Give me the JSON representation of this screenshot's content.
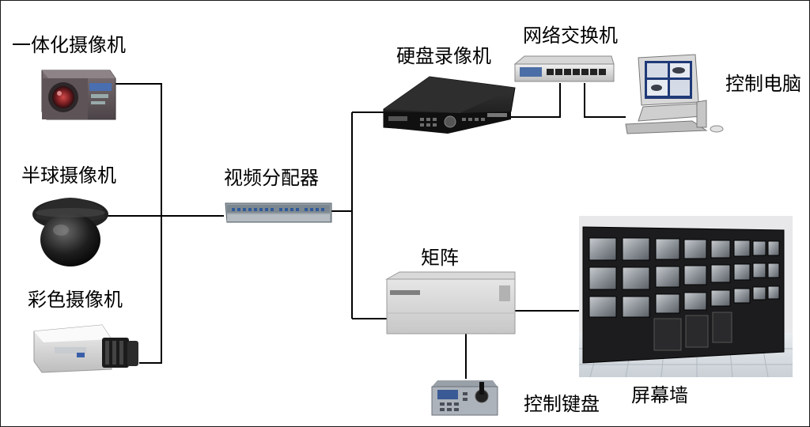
{
  "labels": {
    "integrated_camera": "一体化摄像机",
    "dome_camera": "半球摄像机",
    "color_camera": "彩色摄像机",
    "video_distributor": "视频分配器",
    "dvr": "硬盘录像机",
    "network_switch": "网络交换机",
    "control_pc": "控制电脑",
    "matrix": "矩阵",
    "control_keyboard": "控制键盘",
    "video_wall": "屏幕墙"
  }
}
